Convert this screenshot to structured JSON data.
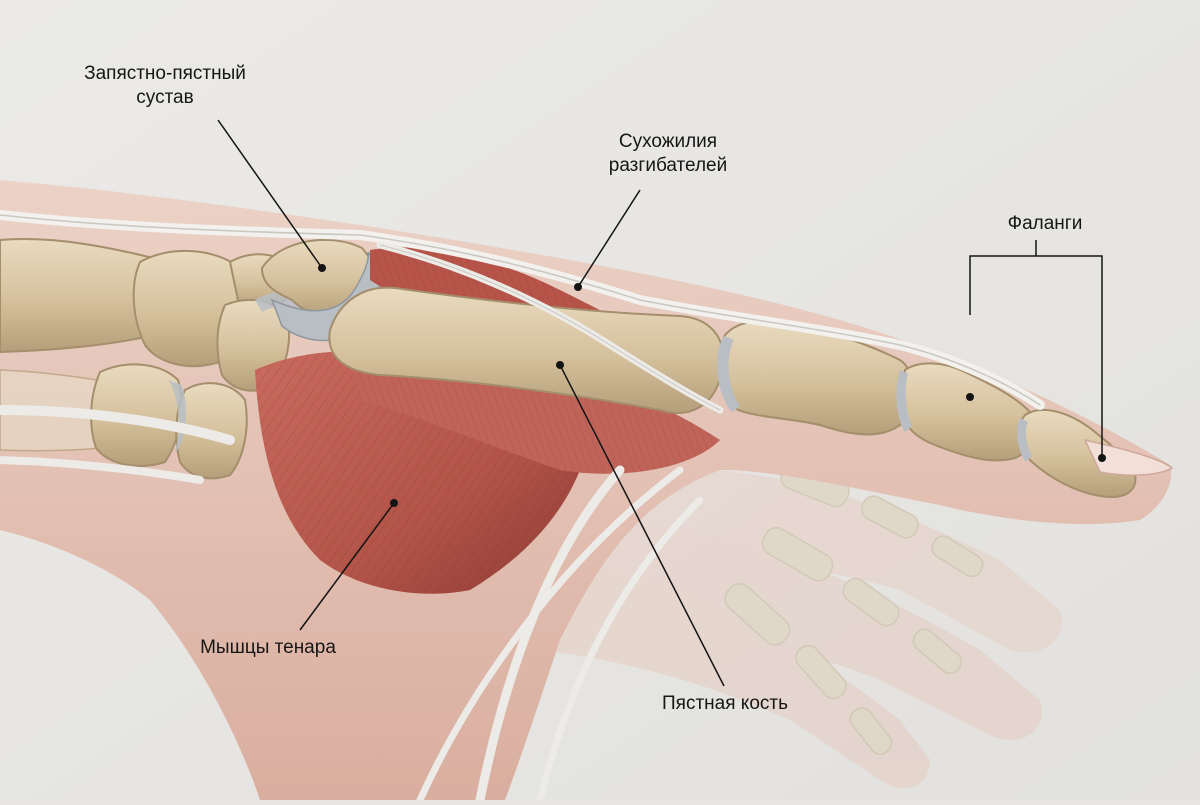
{
  "labels": {
    "cmc_joint": {
      "line1": "Запястно-пястный",
      "line2": "сустав"
    },
    "extensor_tendons": {
      "line1": "Сухожилия",
      "line2": "разгибателей"
    },
    "phalanges": "Фаланги",
    "thenar_muscles": "Мышцы тенара",
    "metacarpal_bone": "Пястная кость"
  },
  "colors": {
    "background": "#e7e6e3",
    "bone": "#d7c3a0",
    "bone_shadow": "#b59f7b",
    "muscle": "#b85a50",
    "muscle_dark": "#8d3b33",
    "tendon": "#ecebe7",
    "skin": "#e3bfb2",
    "cartilage": "#b8bec4",
    "leader_line": "#141414"
  }
}
